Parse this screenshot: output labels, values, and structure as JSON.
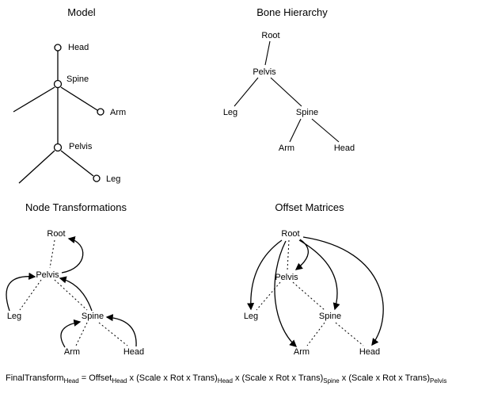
{
  "page": {
    "background_color": "#ffffff",
    "ink_color": "#000000"
  },
  "panels": {
    "model": {
      "title": "Model",
      "labels": {
        "head": "Head",
        "spine": "Spine",
        "arm": "Arm",
        "pelvis": "Pelvis",
        "leg": "Leg"
      }
    },
    "bone_hierarchy": {
      "title": "Bone Hierarchy",
      "nodes": {
        "root": "Root",
        "pelvis": "Pelvis",
        "leg": "Leg",
        "spine": "Spine",
        "arm": "Arm",
        "head": "Head"
      }
    },
    "node_transformations": {
      "title": "Node Transformations",
      "nodes": {
        "root": "Root",
        "pelvis": "Pelvis",
        "leg": "Leg",
        "spine": "Spine",
        "arm": "Arm",
        "head": "Head"
      }
    },
    "offset_matrices": {
      "title": "Offset Matrices",
      "nodes": {
        "root": "Root",
        "pelvis": "Pelvis",
        "leg": "Leg",
        "spine": "Spine",
        "arm": "Arm",
        "head": "Head"
      }
    }
  },
  "formula": {
    "segments": [
      {
        "text": "FinalTransform",
        "sub": "Head"
      },
      {
        "text": " = Offset",
        "sub": "Head"
      },
      {
        "text": "  x (Scale x Rot x Trans)",
        "sub": "Head"
      },
      {
        "text": "  x (Scale x Rot x Trans)",
        "sub": "Spine"
      },
      {
        "text": " x (Scale x Rot x Trans)",
        "sub": "Pelvis"
      }
    ]
  }
}
